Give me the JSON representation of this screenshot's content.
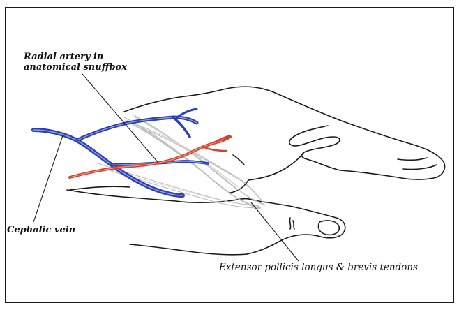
{
  "labels": {
    "radial_artery": [
      "Radial artery in",
      "anatomical snuffbox"
    ],
    "cephalic_vein": "Cephalic vein",
    "extensor_tendons": "Extensor pollicis longus & brevis tendons"
  },
  "colors": {
    "outline": "#1a1a1a",
    "vein": "#2b3fb0",
    "artery": "#d6402a",
    "tendon": "#b9b9b9",
    "background": "#ffffff"
  }
}
